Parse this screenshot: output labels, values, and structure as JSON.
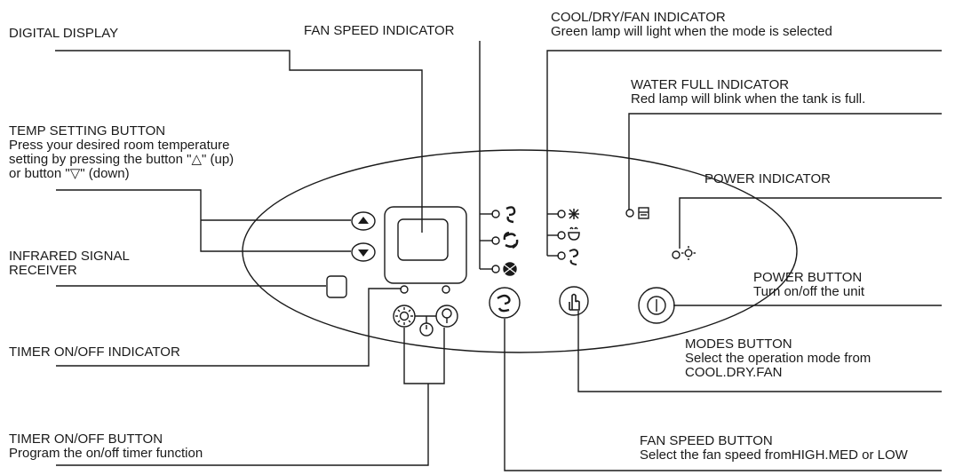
{
  "labels": {
    "digital_display": {
      "title": "DIGITAL DISPLAY"
    },
    "fan_speed_indicator": {
      "title": "FAN SPEED INDICATOR"
    },
    "cool_dry_fan_indicator": {
      "title": "COOL/DRY/FAN INDICATOR",
      "desc": "Green lamp will light when the mode is selected"
    },
    "water_full_indicator": {
      "title": "WATER FULL INDICATOR",
      "desc": "Red lamp will blink when the tank is full."
    },
    "temp_setting_button": {
      "title": "TEMP SETTING BUTTON",
      "desc1": "Press your desired room temperature",
      "desc2": "setting by pressing the button \"△\" (up)",
      "desc3": "or button \"▽\" (down)"
    },
    "power_indicator": {
      "title": "POWER INDICATOR"
    },
    "infrared_signal_receiver": {
      "title1": "INFRARED SIGNAL",
      "title2": "RECEIVER"
    },
    "power_button": {
      "title": "POWER BUTTON",
      "desc": "Turn on/off the unit"
    },
    "timer_on_off_indicator": {
      "title": "TIMER ON/OFF INDICATOR"
    },
    "modes_button": {
      "title": "MODES BUTTON",
      "desc1": "Select the operation mode from",
      "desc2": "COOL.DRY.FAN"
    },
    "timer_on_off_button": {
      "title": "TIMER ON/OFF BUTTON",
      "desc": "Program the on/off timer function"
    },
    "fan_speed_button": {
      "title": "FAN SPEED BUTTON",
      "desc": "Select the fan speed fromHIGH.MED or LOW"
    }
  },
  "icons": [
    "up-arrow-icon",
    "down-arrow-icon",
    "fan-low-icon",
    "fan-med-icon",
    "fan-high-icon",
    "cool-icon",
    "dry-icon",
    "fan-mode-icon",
    "water-tank-icon",
    "power-lamp-icon",
    "timer-on-icon",
    "timer-off-icon",
    "fan-speed-icon",
    "mode-hand-icon",
    "power-icon"
  ],
  "colors": {
    "ink": "#1a1a1a",
    "background": "#ffffff"
  }
}
